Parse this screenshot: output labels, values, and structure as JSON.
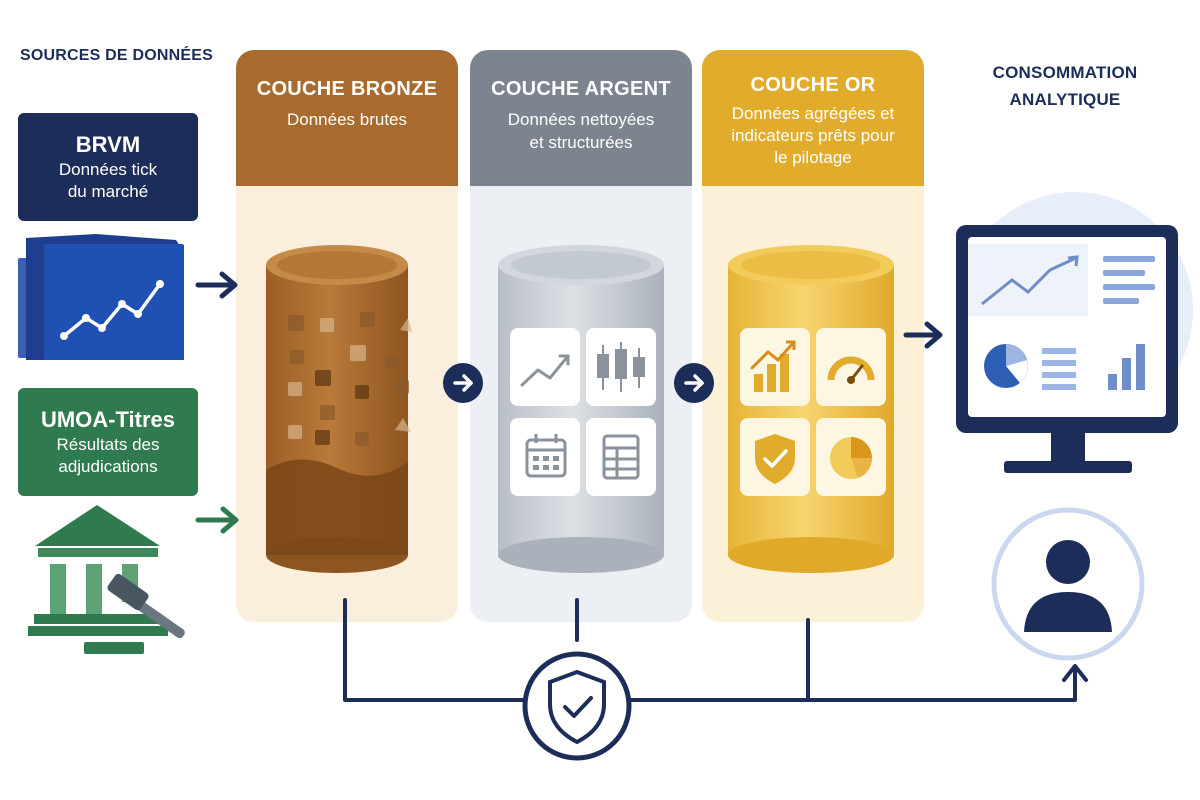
{
  "sources": {
    "heading": "SOURCES DE DONNÉES",
    "brvm": {
      "title": "BRVM",
      "line1": "Données tick",
      "line2": "du marché",
      "color": "#1c2d5a"
    },
    "umoa": {
      "title": "UMOA-Titres",
      "line1": "Résultats des",
      "line2": "adjudications",
      "color": "#2f7a4e"
    }
  },
  "layers": {
    "bronze": {
      "title": "COUCHE BRONZE",
      "line1": "Données brutes",
      "header_color": "#a86b2d",
      "bg_color": "#fbeedd"
    },
    "silver": {
      "title": "COUCHE ARGENT",
      "line1": "Données nettoyées",
      "line2": "et structurées",
      "header_color": "#7c858f",
      "bg_color": "#eceff3"
    },
    "gold": {
      "title": "COUCHE OR",
      "line1": "Données agrégées et",
      "line2": "indicateurs prêts pour",
      "line3": "le pilotage",
      "header_color": "#e1ab2c",
      "bg_color": "#fcf1d6"
    }
  },
  "consumption": {
    "heading_line1": "CONSOMMATION",
    "heading_line2": "ANALYTIQUE"
  },
  "icons": [
    "line-chart-icon",
    "candlestick-icon",
    "calendar-icon",
    "spreadsheet-icon",
    "growth-bars-icon",
    "gauge-icon",
    "shield-check-icon",
    "pie-chart-icon",
    "stock-chart-icon",
    "court-gavel-icon",
    "monitor-dashboard-icon",
    "user-icon",
    "governance-shield-icon"
  ],
  "colors": {
    "navy": "#1c2d5a",
    "green": "#2f7a4e",
    "bronze": "#a86b2d",
    "silver": "#7c858f",
    "gold": "#e1ab2c"
  }
}
